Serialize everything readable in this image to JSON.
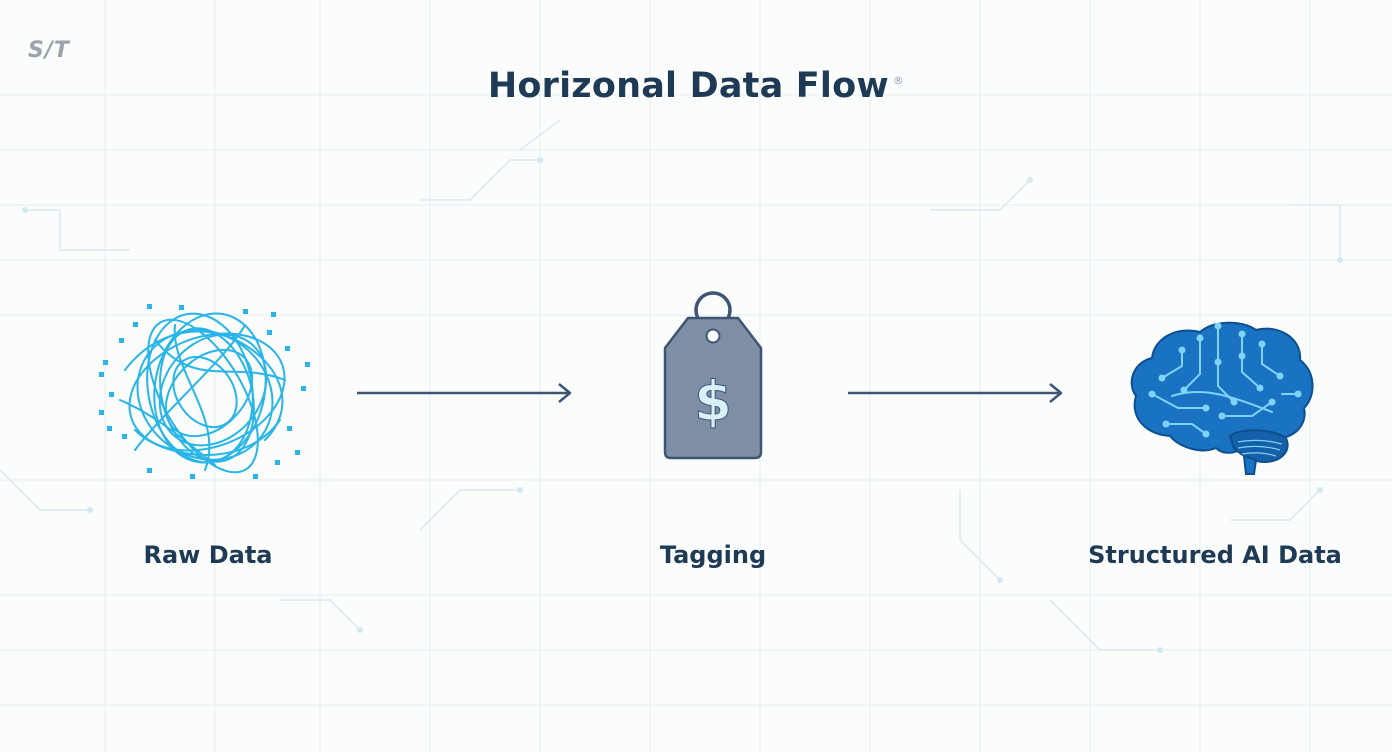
{
  "logo": {
    "text": "S/T"
  },
  "title": {
    "text": "Horizonal Data Flow",
    "mark": "®"
  },
  "stages": [
    {
      "label": "Raw Data",
      "icon": "tangled-data-icon"
    },
    {
      "label": "Tagging",
      "icon": "price-tag-icon",
      "glyph": "$"
    },
    {
      "label": "Structured AI Data",
      "icon": "brain-circuit-icon"
    }
  ],
  "colors": {
    "title": "#1e3a55",
    "arrow": "#3d5573",
    "raw_data": "#29b5e8",
    "tag_fill": "#7e8fa5",
    "tag_stroke": "#3d5573",
    "tag_glyph": "#d8f0f8",
    "brain": "#1a73c2",
    "brain_circuit": "#7fd3f7",
    "background": "#fbfcfc",
    "grid": "#e3eef3"
  }
}
